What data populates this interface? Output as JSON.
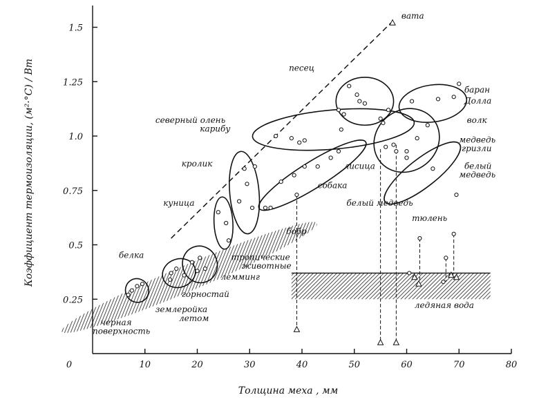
{
  "chart_data": {
    "type": "scatter",
    "title": "",
    "xlabel": "Толщина меха , мм",
    "ylabel": "Коэффициент термоизоляции, (м²·°С) / Вт",
    "xlim": [
      0,
      80
    ],
    "ylim": [
      0,
      1.6
    ],
    "x_ticks": [
      "0",
      "10",
      "20",
      "30",
      "40",
      "50",
      "60",
      "70",
      "80"
    ],
    "y_ticks": [
      {
        "value": 0.25,
        "label": "0.25"
      },
      {
        "value": 0.5,
        "label": "0.5"
      },
      {
        "value": 0.75,
        "label": "0.75"
      },
      {
        "value": 1.0,
        "label": "1.0"
      },
      {
        "value": 1.25,
        "label": "1.25"
      },
      {
        "value": 1.5,
        "label": "1.5"
      }
    ],
    "grid": false,
    "boundary_line": {
      "points": [
        [
          15,
          0.53
        ],
        [
          57,
          1.52
        ]
      ]
    },
    "groups": [
      {
        "name": "белка",
        "center": [
          8.5,
          0.29
        ],
        "radius": [
          2.2,
          0.055
        ],
        "rotate": -30,
        "points": [
          [
            6.8,
            0.27
          ],
          [
            8.5,
            0.31
          ],
          [
            9.5,
            0.32
          ],
          [
            7.5,
            0.29
          ]
        ]
      },
      {
        "name": "горностай",
        "center": [
          16.5,
          0.37
        ],
        "radius": [
          3.2,
          0.065
        ],
        "rotate": -20,
        "points": [
          [
            15,
            0.37
          ],
          [
            16,
            0.39
          ],
          [
            17.5,
            0.36
          ],
          [
            14.8,
            0.34
          ]
        ]
      },
      {
        "name": "лемминг",
        "center": [
          20.5,
          0.41
        ],
        "radius": [
          3.3,
          0.085
        ],
        "rotate": -20,
        "points": [
          [
            19,
            0.42
          ],
          [
            20.5,
            0.44
          ],
          [
            21.5,
            0.39
          ],
          [
            20,
            0.38
          ]
        ]
      },
      {
        "name": "куница",
        "center": [
          25,
          0.6
        ],
        "radius": [
          1.8,
          0.12
        ],
        "rotate": -3,
        "points": [
          [
            24,
            0.65
          ],
          [
            25.5,
            0.6
          ],
          [
            26,
            0.52
          ]
        ]
      },
      {
        "name": "кролик",
        "center": [
          29,
          0.74
        ],
        "radius": [
          2.8,
          0.19
        ],
        "rotate": -5,
        "points": [
          [
            28,
            0.7
          ],
          [
            29.5,
            0.78
          ],
          [
            30.5,
            0.67
          ],
          [
            31,
            0.86
          ],
          [
            29,
            0.85
          ]
        ]
      },
      {
        "name": "северный олень карибу",
        "center": [
          46,
          1.03
        ],
        "radius": [
          15.5,
          0.09
        ],
        "rotate": -5,
        "points": [
          [
            35,
            1.0
          ],
          [
            38,
            0.99
          ],
          [
            39.5,
            0.97
          ],
          [
            40.5,
            0.98
          ],
          [
            47.5,
            1.03
          ],
          [
            55,
            1.08
          ],
          [
            55.5,
            1.06
          ]
        ]
      },
      {
        "name": "песец",
        "center": [
          52,
          1.16
        ],
        "radius": [
          5.5,
          0.11
        ],
        "rotate": 0,
        "points": [
          [
            49,
            1.23
          ],
          [
            50.5,
            1.19
          ],
          [
            51,
            1.16
          ],
          [
            52,
            1.15
          ],
          [
            56.5,
            1.12
          ],
          [
            47,
            1.12
          ],
          [
            48,
            1.1
          ]
        ]
      },
      {
        "name": "собака",
        "center": [
          42,
          0.82
        ],
        "radius": [
          12,
          0.06
        ],
        "rotate": -32,
        "points": [
          [
            33,
            0.67
          ],
          [
            36,
            0.79
          ],
          [
            38.5,
            0.82
          ],
          [
            40.5,
            0.86
          ],
          [
            43,
            0.86
          ],
          [
            45.5,
            0.9
          ],
          [
            47,
            0.93
          ]
        ]
      },
      {
        "name": "лисица",
        "center": [
          60,
          0.98
        ],
        "radius": [
          6.5,
          0.14
        ],
        "rotate": -38,
        "points": [
          [
            56,
            0.95
          ],
          [
            57.5,
            0.96
          ],
          [
            60,
            0.93
          ],
          [
            62,
            0.99
          ],
          [
            64,
            1.05
          ]
        ]
      },
      {
        "name": "волк",
        "center": [
          65,
          1.15
        ],
        "radius": [
          6.5,
          0.085
        ],
        "rotate": -8,
        "points": [
          [
            61,
            1.16
          ],
          [
            66,
            1.17
          ],
          [
            70,
            1.24
          ],
          [
            69,
            1.18
          ]
        ]
      },
      {
        "name": "белый медведь",
        "center": [
          63,
          0.83
        ],
        "radius": [
          9,
          0.065
        ],
        "rotate": -38,
        "points": [
          [
            58,
            0.93
          ],
          [
            60,
            0.9
          ],
          [
            65,
            0.85
          ],
          [
            69.5,
            0.73
          ]
        ]
      }
    ],
    "loose_points": [
      {
        "x": 34,
        "y": 0.67
      },
      {
        "x": 39,
        "y": 0.73
      },
      {
        "x": 62.5,
        "y": 0.53
      },
      {
        "x": 67.5,
        "y": 0.44
      },
      {
        "x": 69,
        "y": 0.55
      },
      {
        "x": 60.5,
        "y": 0.37
      },
      {
        "x": 61.5,
        "y": 0.35
      },
      {
        "x": 67,
        "y": 0.33
      },
      {
        "x": 68.5,
        "y": 0.36
      }
    ],
    "dry_to_wet_lines": [
      {
        "from": [
          39,
          0.73
        ],
        "to": [
          39,
          0.11
        ]
      },
      {
        "from": [
          55,
          0.94
        ],
        "to": [
          55,
          0.05
        ]
      },
      {
        "from": [
          58,
          0.96
        ],
        "to": [
          58,
          0.05
        ]
      },
      {
        "from": [
          62.5,
          0.53
        ],
        "to": [
          62.5,
          0.32
        ]
      },
      {
        "from": [
          69,
          0.55
        ],
        "to": [
          69,
          0.37
        ]
      },
      {
        "from": [
          67.5,
          0.44
        ],
        "to": [
          67.5,
          0.33
        ]
      }
    ],
    "triangles": [
      {
        "x": 57.3,
        "y": 1.52
      },
      {
        "x": 39,
        "y": 0.11
      },
      {
        "x": 55,
        "y": 0.05
      },
      {
        "x": 58,
        "y": 0.05
      },
      {
        "x": 61.5,
        "y": 0.35
      },
      {
        "x": 62.3,
        "y": 0.32
      },
      {
        "x": 68.5,
        "y": 0.36
      },
      {
        "x": 69.5,
        "y": 0.35
      }
    ],
    "hatched_regions": [
      {
        "name": "тропические животные",
        "center": [
          18.5,
          0.35
        ],
        "radius": [
          26.5,
          0.06
        ],
        "rotate": -23
      },
      {
        "name": "ледяная вода",
        "x": [
          38,
          76
        ],
        "y": [
          0.25,
          0.37
        ]
      }
    ],
    "annotations": [
      {
        "text": "вата",
        "x": 59,
        "y": 1.54
      },
      {
        "text": "песец",
        "x": 37.5,
        "y": 1.3
      },
      {
        "text": "баран",
        "x": 71,
        "y": 1.2
      },
      {
        "text": "Долла",
        "x": 71,
        "y": 1.15
      },
      {
        "text": "волк",
        "x": 71.5,
        "y": 1.06
      },
      {
        "text": "северный олень",
        "x": 12,
        "y": 1.06
      },
      {
        "text": "карибу",
        "x": 20.5,
        "y": 1.02
      },
      {
        "text": "медведь",
        "x": 70,
        "y": 0.97
      },
      {
        "text": "гризли",
        "x": 70.5,
        "y": 0.93
      },
      {
        "text": "кролик",
        "x": 17,
        "y": 0.86
      },
      {
        "text": "лисица",
        "x": 48,
        "y": 0.85
      },
      {
        "text": "белый",
        "x": 71,
        "y": 0.85
      },
      {
        "text": "медведь",
        "x": 70,
        "y": 0.81
      },
      {
        "text": "собака",
        "x": 43,
        "y": 0.76
      },
      {
        "text": "куница",
        "x": 13.5,
        "y": 0.68
      },
      {
        "text": "белый медведь",
        "x": 48.5,
        "y": 0.68
      },
      {
        "text": "тюлень",
        "x": 61,
        "y": 0.61
      },
      {
        "text": "бобр",
        "x": 37,
        "y": 0.55
      },
      {
        "text": "белка",
        "x": 5,
        "y": 0.44
      },
      {
        "text": "тропические",
        "x": 26.5,
        "y": 0.43
      },
      {
        "text": "животные",
        "x": 28.5,
        "y": 0.39
      },
      {
        "text": "лемминг",
        "x": 24.5,
        "y": 0.34
      },
      {
        "text": "горностай",
        "x": 17,
        "y": 0.26
      },
      {
        "text": "землеройка",
        "x": 12,
        "y": 0.19
      },
      {
        "text": "летом",
        "x": 16.5,
        "y": 0.15
      },
      {
        "text": "ледяная вода",
        "x": 61.5,
        "y": 0.21
      },
      {
        "text": "черная",
        "x": 1.5,
        "y": 0.13
      },
      {
        "text": "поверхность",
        "x": 0,
        "y": 0.09
      }
    ]
  }
}
